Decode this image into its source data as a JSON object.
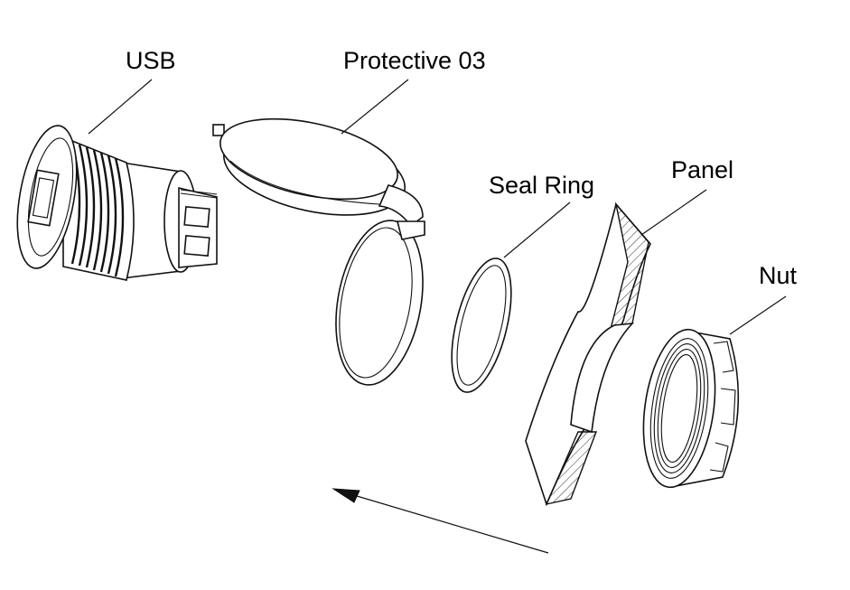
{
  "labels": {
    "usb": "USB",
    "protective": "Protective 03",
    "seal_ring": "Seal Ring",
    "panel": "Panel",
    "nut": "Nut"
  },
  "colors": {
    "line": "#111111",
    "background": "#ffffff"
  }
}
